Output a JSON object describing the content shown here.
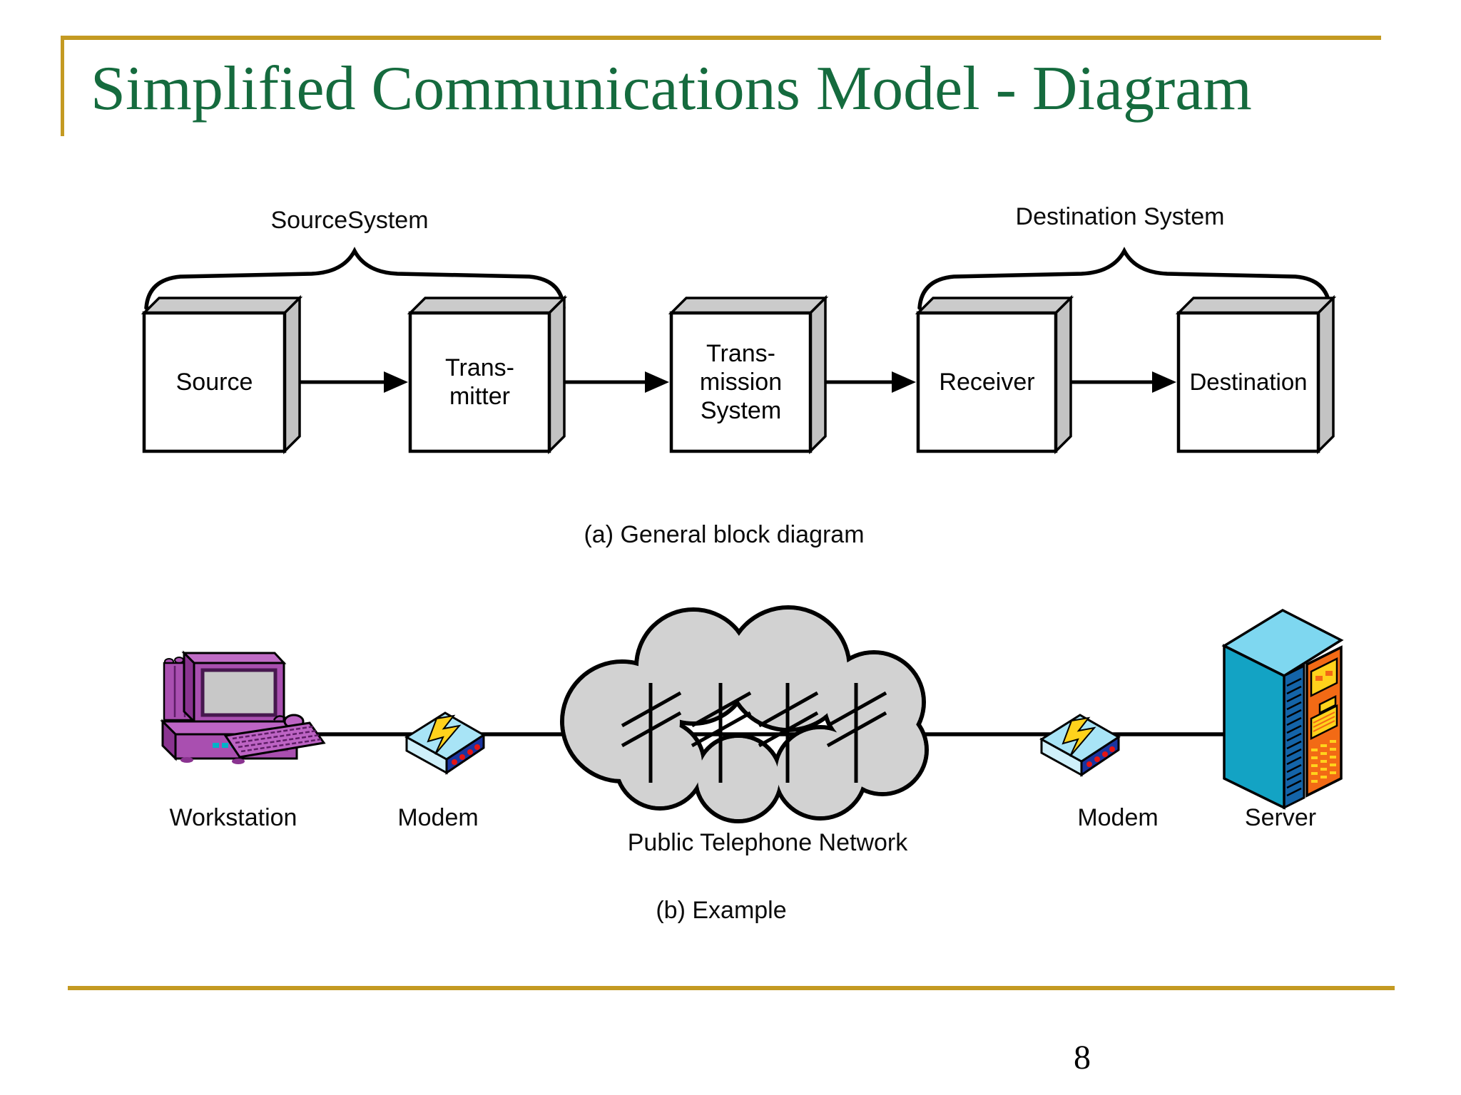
{
  "slide": {
    "title": "Simplified Communications Model - Diagram",
    "page_number": "8",
    "accent_gold": "#C49A22",
    "title_green": "#156B3E"
  },
  "diagram_a": {
    "caption": "(a) General block diagram",
    "group_labels": [
      {
        "label": "SourceSystem"
      },
      {
        "label": "Destination System"
      }
    ],
    "boxes": [
      {
        "label": "Source"
      },
      {
        "label": "Trans-\nmitter"
      },
      {
        "label": "Trans-\nmission\nSystem"
      },
      {
        "label": "Receiver"
      },
      {
        "label": "Destination"
      }
    ]
  },
  "diagram_b": {
    "caption": "(b) Example",
    "items": [
      {
        "label": "Workstation"
      },
      {
        "label": "Modem"
      },
      {
        "label": "Public Telephone Network"
      },
      {
        "label": "Modem"
      },
      {
        "label": "Server"
      }
    ]
  }
}
